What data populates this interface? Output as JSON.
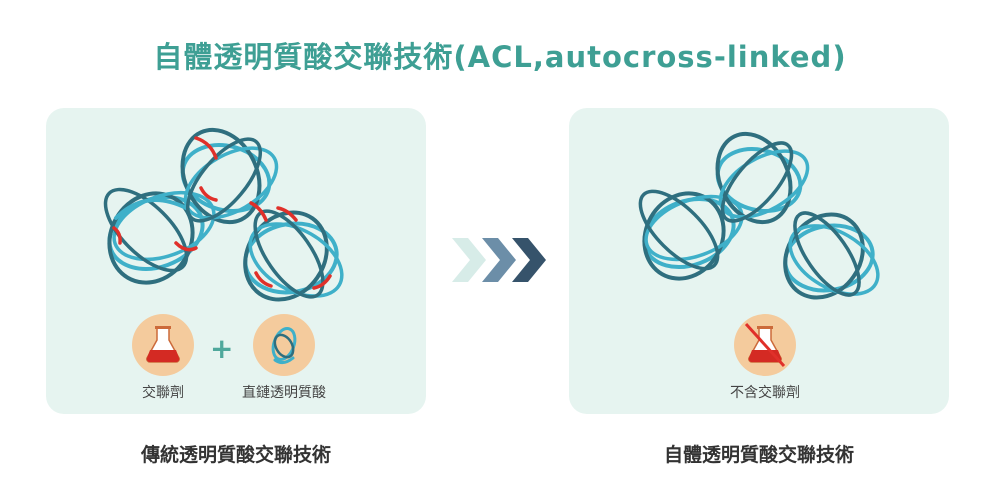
{
  "title": "自體透明質酸交聯技術(ACL,autocross-linked)",
  "left_panel": {
    "icon1_caption": "交聯劑",
    "plus": "+",
    "icon2_caption": "直鏈透明質酸",
    "label": "傳統透明質酸交聯技術"
  },
  "right_panel": {
    "icon_caption": "不含交聯劑",
    "label": "自體透明質酸交聯技術"
  },
  "colors": {
    "title": "#3e9f94",
    "strand_dark": "#2f6f7f",
    "strand_light": "#3fb0c9",
    "crosslink": "#e0302a",
    "arrow1": "#d7ece8",
    "arrow2": "#6c8ea8",
    "arrow3": "#36536b"
  }
}
